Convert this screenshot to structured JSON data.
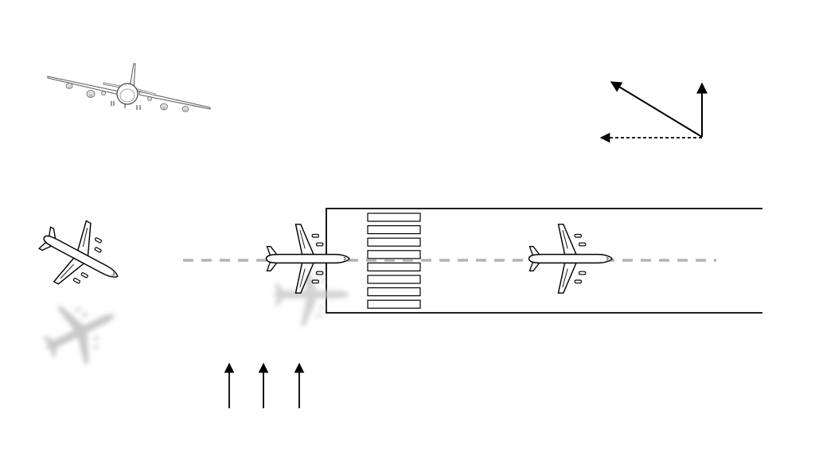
{
  "diagram": {
    "colors": {
      "ink": "#000000",
      "centerline": "#b3b3b3",
      "shadow": "#c8c8c8",
      "background": "#ffffff"
    },
    "runway": {
      "threshold_bar_count": 8,
      "centerline_style": "dashed"
    },
    "aircraft": [
      {
        "name": "aircraft-front-view-icon",
        "view": "front"
      },
      {
        "name": "aircraft-crabbing-icon",
        "view": "top",
        "heading": "crabbed"
      },
      {
        "name": "aircraft-at-threshold-icon",
        "view": "top",
        "heading": "aligned"
      },
      {
        "name": "aircraft-on-runway-icon",
        "view": "top",
        "heading": "aligned"
      }
    ],
    "vectors": {
      "resultant": "solid",
      "component_vertical": "solid",
      "component_horizontal": "dashed"
    },
    "wind_arrow_count": 3
  }
}
